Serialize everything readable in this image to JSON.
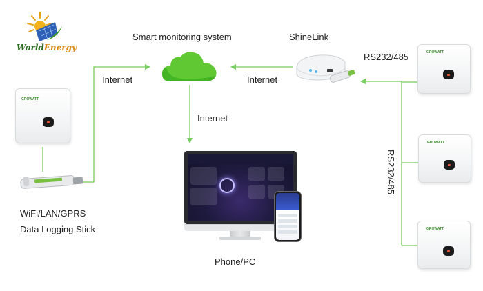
{
  "logo": {
    "text_a": "World",
    "text_b": "Energy"
  },
  "labels": {
    "cloud": "Smart monitoring system",
    "shinelink": "ShineLink",
    "internet_left": "Internet",
    "internet_right": "Internet",
    "internet_down": "Internet",
    "rs_horizontal": "RS232/485",
    "rs_vertical": "RS232/485",
    "stick_line1": "WiFi/LAN/GPRS",
    "stick_line2": "Data Logging Stick",
    "phonepc": "Phone/PC"
  },
  "colors": {
    "arrow": "#76cc5c",
    "cloud": "#5fc832",
    "cloud_dark": "#3fae1e",
    "accent_text": "#1f1f1f"
  }
}
